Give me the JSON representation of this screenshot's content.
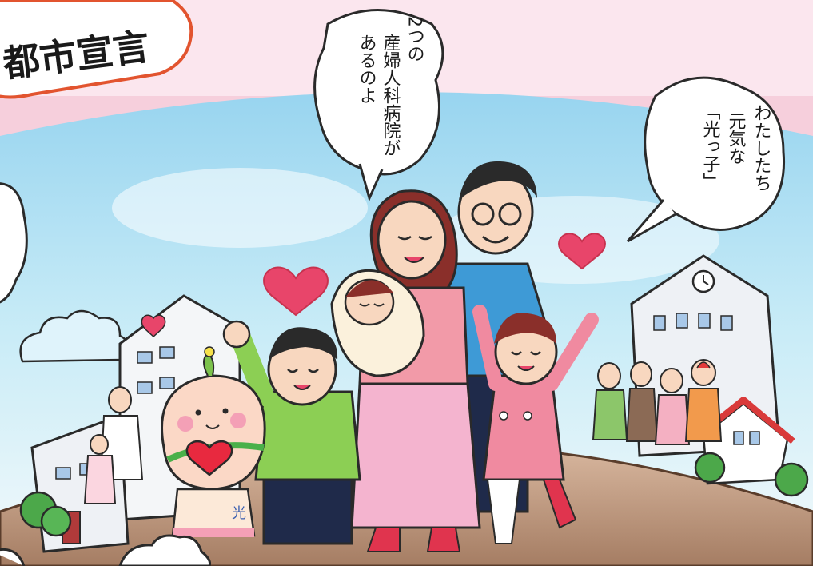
{
  "title_banner": {
    "text": "都市宣言"
  },
  "speech_center": {
    "columns": [
      "2つの",
      "産婦人科病院が",
      "あるのよ"
    ]
  },
  "speech_right": {
    "columns": [
      "わたしたち",
      "元気な",
      "「光っ子」"
    ]
  },
  "mascot": {
    "sash_text": "光"
  },
  "colors": {
    "sky": "#a9dcf0",
    "pink_frame": "#f6cfdc",
    "ground": "#c9a48c",
    "heart": "#e8456a",
    "banner_border": "#e2542f"
  },
  "icons": [
    "heart-icon",
    "clock-icon",
    "cloud-icon",
    "tree-icon",
    "house-icon"
  ]
}
